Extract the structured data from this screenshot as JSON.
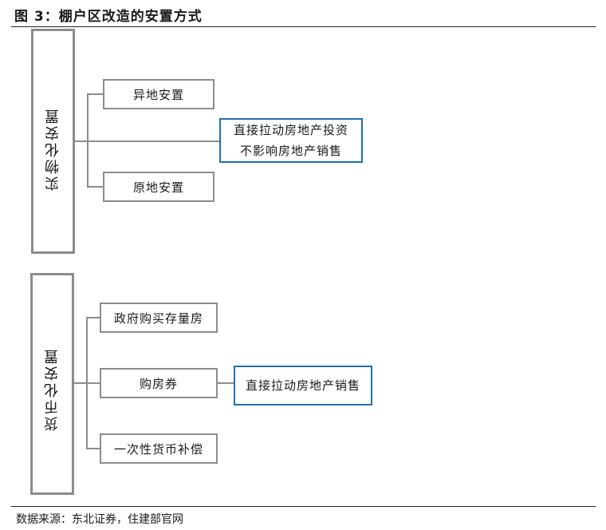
{
  "title": "图 3：棚户区改造的安置方式",
  "source": "数据来源：东北证券，住建部官网",
  "groups": [
    {
      "label": "实物化安置",
      "items": [
        "异地安置",
        "原地安置"
      ],
      "effect": [
        "直接拉动房地产投资",
        "不影响房地产销售"
      ]
    },
    {
      "label": "货币化安置",
      "items": [
        "政府购买存量房",
        "购房券",
        "一次性货币补偿"
      ],
      "effect": [
        "直接拉动房地产销售"
      ]
    }
  ],
  "colors": {
    "box_border": "#8c8c8c",
    "highlight_border": "#1f6fae",
    "rule": "#222222"
  }
}
